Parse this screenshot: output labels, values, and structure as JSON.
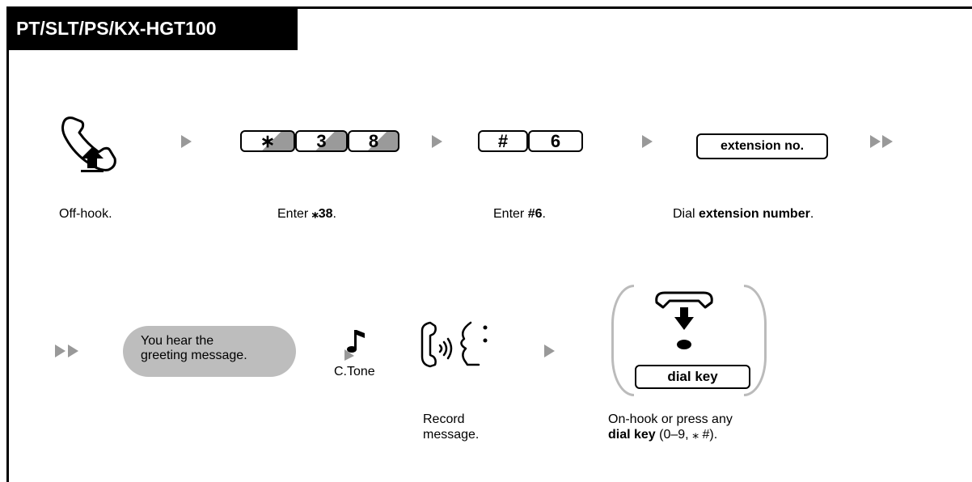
{
  "title": "PT/SLT/PS/KX-HGT100",
  "step1": {
    "caption": "Off-hook."
  },
  "step2": {
    "keys": [
      "∗",
      "3",
      "8"
    ],
    "caption_prefix": "Enter ",
    "caption_bold": "⁎38",
    "caption_suffix": "."
  },
  "step3": {
    "keys": [
      "#",
      "6"
    ],
    "caption_prefix": "Enter ",
    "caption_bold": "#6",
    "caption_suffix": "."
  },
  "step4": {
    "key_label": "extension no.",
    "caption_prefix": "Dial ",
    "caption_bold": "extension number",
    "caption_suffix": "."
  },
  "step5": {
    "line1": "You hear the",
    "line2": "greeting message."
  },
  "step6": {
    "caption": "C.Tone"
  },
  "step7": {
    "line1": "Record",
    "line2": "message."
  },
  "step8": {
    "key_label": "dial key",
    "line1": "On-hook or press any",
    "line2_bold": "dial key",
    "line2_rest": " (0–9, ⁎ #)."
  },
  "colors": {
    "arrow": "#999999",
    "pill": "#bdbdbd",
    "paren": "#bbbbbb"
  }
}
